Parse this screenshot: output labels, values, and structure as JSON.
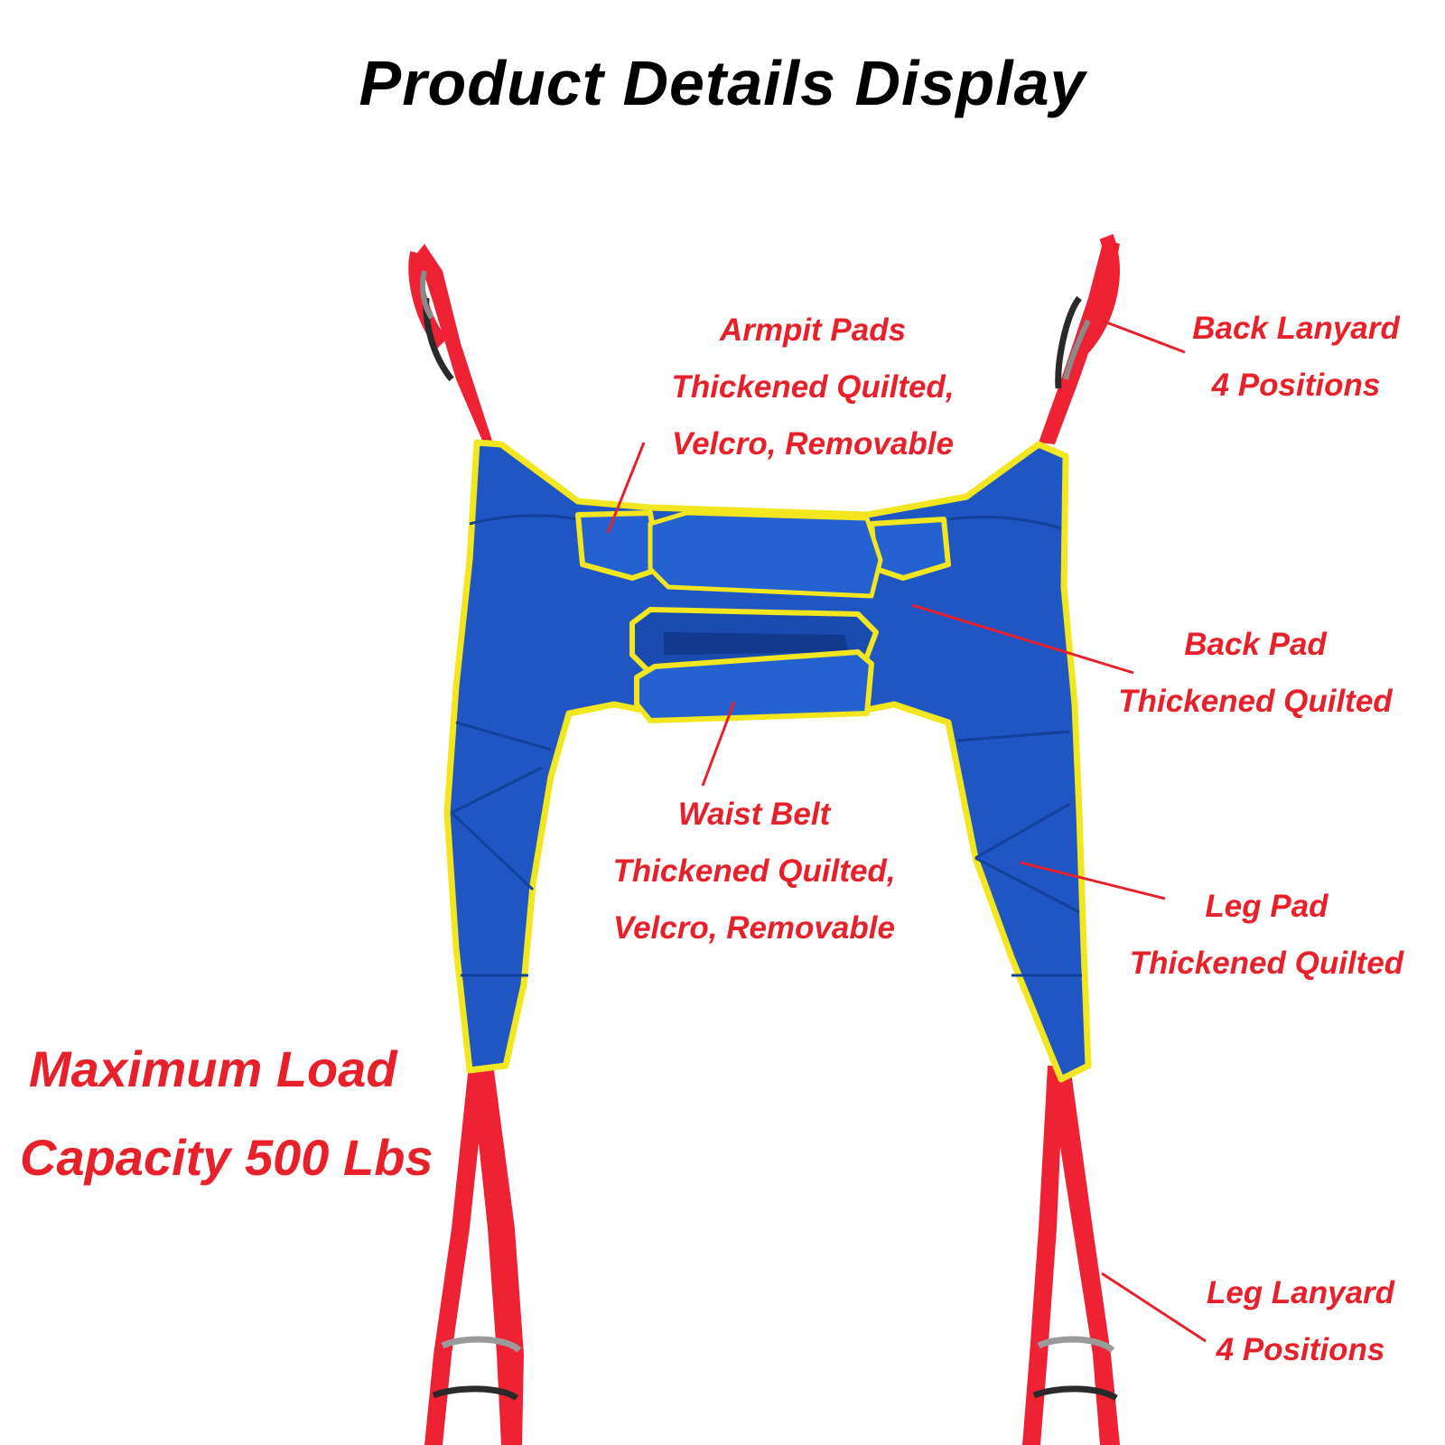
{
  "title": "Product Details Display",
  "colors": {
    "accent": "#e8202a",
    "sling_blue": "#1f56c4",
    "trim_yellow": "#f2e61e",
    "strap_red": "#ee2233"
  },
  "product_image": {
    "icon": "patient-lift-sling-illustration"
  },
  "callouts": {
    "armpit_pads": [
      "Armpit Pads",
      "Thickened Quilted,",
      "Velcro, Removable"
    ],
    "back_lanyard": [
      "Back Lanyard",
      "4 Positions"
    ],
    "back_pad": [
      "Back Pad",
      "Thickened Quilted"
    ],
    "waist_belt": [
      "Waist Belt",
      "Thickened Quilted,",
      "Velcro, Removable"
    ],
    "leg_pad": [
      "Leg Pad",
      "Thickened Quilted"
    ],
    "leg_lanyard": [
      "Leg Lanyard",
      "4 Positions"
    ],
    "max_load": [
      "Maximum Load",
      "Capacity 500 Lbs"
    ]
  }
}
